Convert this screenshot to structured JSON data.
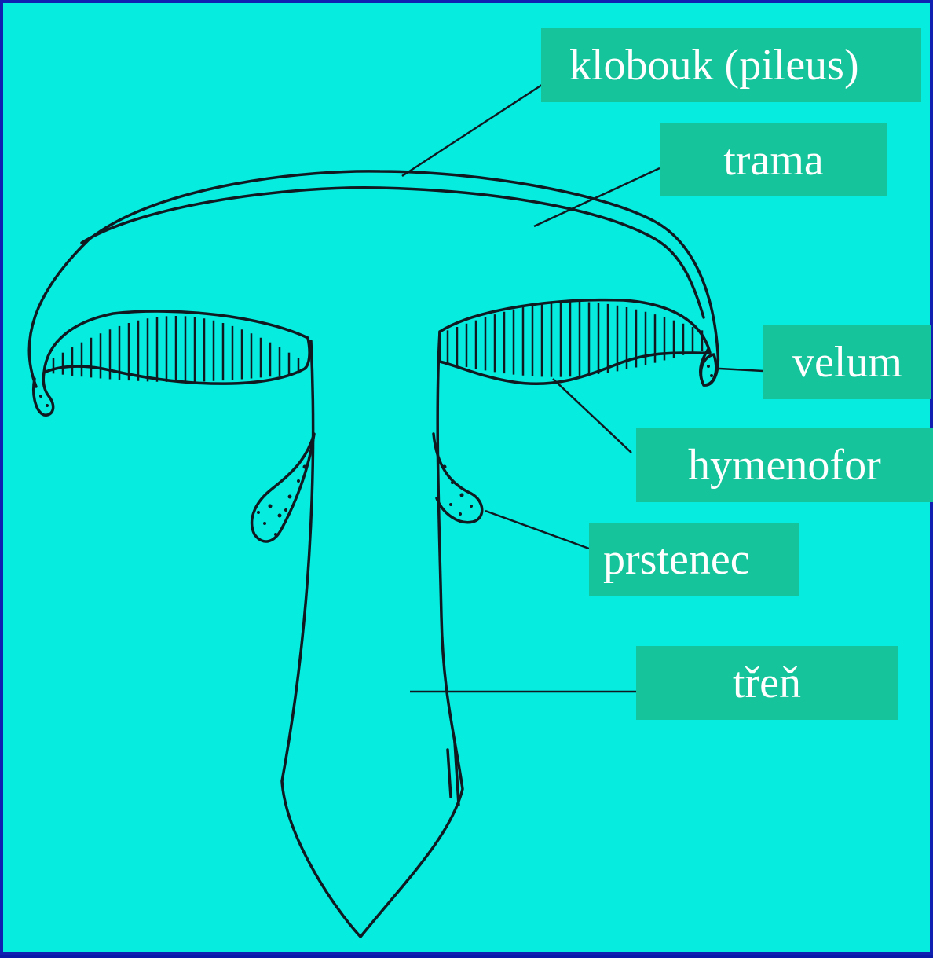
{
  "labels": {
    "pileus": "klobouk (pileus)",
    "trama": "trama",
    "velum": "velum",
    "hymenofor": "hymenofor",
    "prstenec": "prstenec",
    "tren": "třeň"
  },
  "colors": {
    "background": "#06ecdf",
    "label_bg": "#15c49a",
    "label_text": "#ffffff",
    "frame": "#0a1aa8",
    "ink": "#101820"
  }
}
